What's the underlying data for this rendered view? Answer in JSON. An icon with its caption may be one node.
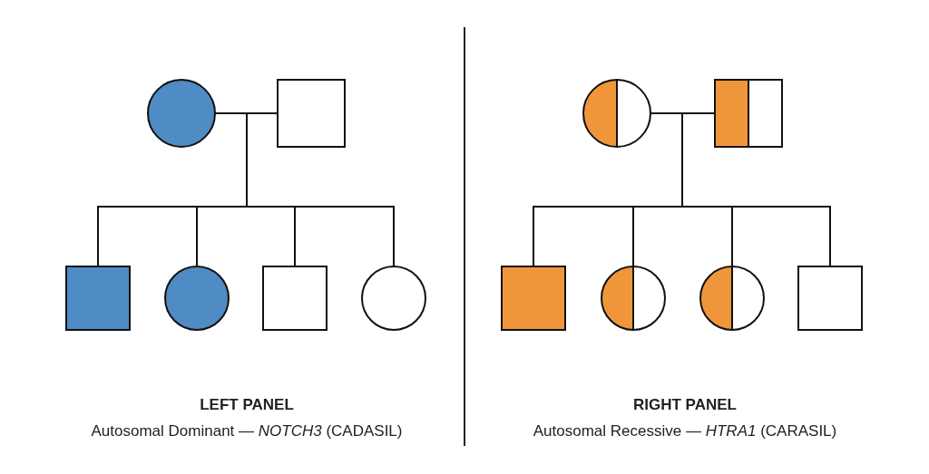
{
  "diagram": {
    "nodes": [
      {
        "text": [],
        "shape": "circle"
      },
      {
        "text": [],
        "shape": "box"
      },
      {
        "text": [],
        "shape": "box"
      },
      {
        "text": [],
        "shape": "circle"
      },
      {
        "text": [],
        "shape": "box"
      },
      {
        "text": [],
        "shape": "circle"
      },
      {
        "text": [],
        "shape": "circle"
      },
      {
        "text": [],
        "shape": "box"
      },
      {
        "text": [],
        "shape": "box"
      },
      {
        "text": [],
        "shape": "circle"
      },
      {
        "text": [],
        "shape": "circle"
      },
      {
        "text": [],
        "shape": "box"
      }
    ],
    "edges": [
      {
        "from": 0,
        "to": 1,
        "arrow": "none"
      },
      {
        "from": null,
        "to": 2,
        "arrow": "none"
      },
      {
        "from": null,
        "to": 3,
        "arrow": "none"
      },
      {
        "from": null,
        "to": 4,
        "arrow": "none"
      },
      {
        "from": null,
        "to": 5,
        "arrow": "none"
      },
      {
        "from": 6,
        "to": 7,
        "arrow": "none"
      },
      {
        "from": null,
        "to": 8,
        "arrow": "none"
      },
      {
        "from": null,
        "to": 9,
        "arrow": "none"
      },
      {
        "from": null,
        "to": 10,
        "arrow": "none"
      },
      {
        "from": null,
        "to": 11,
        "arrow": "none"
      }
    ],
    "labels": [
      "LEFT PANEL",
      "Autosomal Dominant — *NOTCH3* (CADASIL)",
      "RIGHT PANEL",
      "Autosomal Recessive — *HTRA1* (CARASIL)"
    ]
  }
}
